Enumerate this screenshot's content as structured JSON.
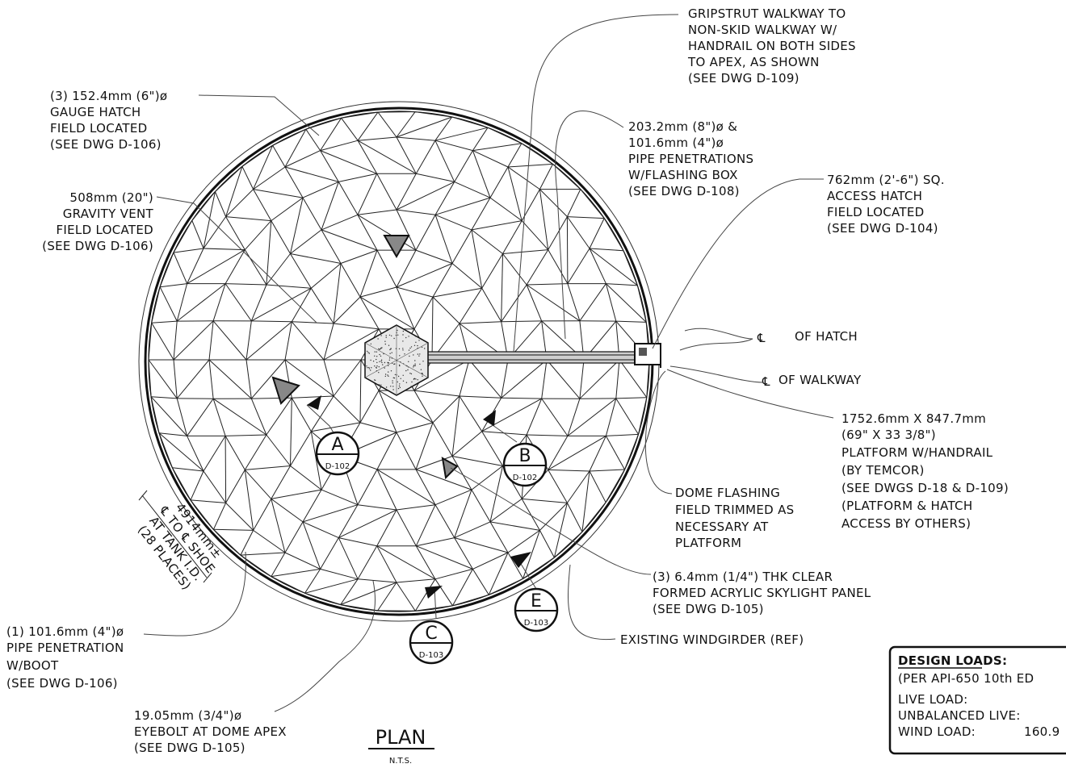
{
  "notes": {
    "gripstrut": [
      "GRIPSTRUT WALKWAY TO",
      "NON-SKID WALKWAY W/",
      "HANDRAIL ON BOTH SIDES",
      "TO APEX, AS SHOWN",
      "(SEE DWG D-109)"
    ],
    "gauge_hatch": [
      "(3) 152.4mm (6\")ø",
      "GAUGE HATCH",
      "FIELD LOCATED",
      "(SEE DWG D-106)"
    ],
    "pipe_penetrations": [
      "203.2mm (8\")ø &",
      "101.6mm (4\")ø",
      "PIPE PENETRATIONS",
      "W/FLASHING BOX",
      "(SEE DWG D-108)"
    ],
    "access_hatch": [
      "762mm (2'-6\") SQ.",
      "ACCESS HATCH",
      "FIELD LOCATED",
      "(SEE DWG D-104)"
    ],
    "gravity_vent": [
      "508mm (20\")",
      "GRAVITY VENT",
      "FIELD LOCATED",
      "(SEE DWG D-106)"
    ],
    "cl_hatch": "OF HATCH",
    "cl_walkway": "OF WALKWAY",
    "platform": [
      "1752.6mm X 847.7mm",
      "(69\" X 33 3/8\")",
      "PLATFORM W/HANDRAIL",
      "(BY TEMCOR)",
      "(SEE DWGS D-18 & D-109)",
      "(PLATFORM & HATCH",
      "ACCESS BY OTHERS)"
    ],
    "dome_flashing": [
      "DOME FLASHING",
      "FIELD TRIMMED AS",
      "NECESSARY AT",
      "PLATFORM"
    ],
    "shoe_spacing": [
      "4914mm±",
      "℄ TO ℄ SHOE",
      "AT TANK I.D.",
      "(28 PLACES)"
    ],
    "skylight": [
      "(3) 6.4mm (1/4\") THK CLEAR",
      "FORMED ACRYLIC SKYLIGHT PANEL",
      "(SEE DWG D-105)"
    ],
    "windgirder": "EXISTING WINDGIRDER (REF)",
    "pipe_boot": [
      "(1) 101.6mm (4\")ø",
      "PIPE PENETRATION",
      "W/BOOT",
      "(SEE DWG D-106)"
    ],
    "eyebolt": [
      "19.05mm (3/4\")ø",
      "EYEBOLT AT DOME APEX",
      "(SEE DWG D-105)"
    ]
  },
  "centerline_symbol": "℄",
  "section_markers": [
    {
      "letter": "A",
      "sheet": "D-102"
    },
    {
      "letter": "B",
      "sheet": "D-102"
    },
    {
      "letter": "C",
      "sheet": "D-103"
    },
    {
      "letter": "E",
      "sheet": "D-103"
    }
  ],
  "title": {
    "text": "PLAN",
    "scale": "N.T.S."
  },
  "design_loads": {
    "heading": "DESIGN LOADS:",
    "standard": "(PER API-650 10th ED",
    "live_load": "LIVE LOAD:",
    "unbalanced_live": "UNBALANCED LIVE:",
    "wind_load": "WIND LOAD:",
    "wind_value": "160.9"
  }
}
